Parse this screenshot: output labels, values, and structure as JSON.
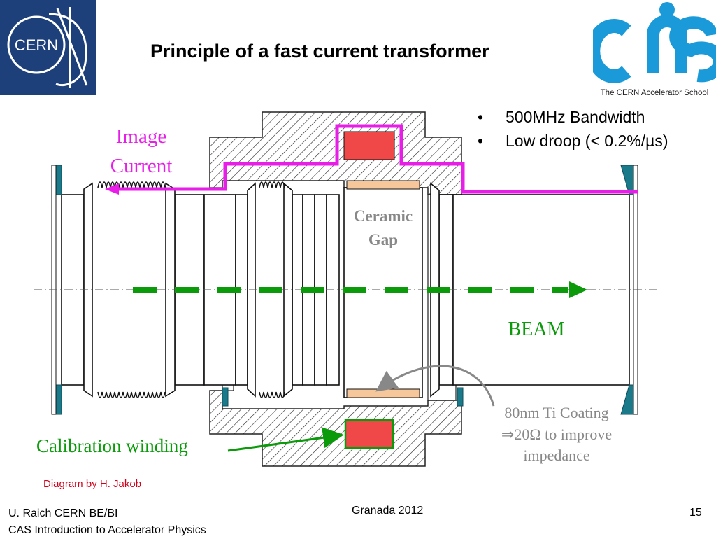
{
  "slide": {
    "title": "Principle of a fast current transformer",
    "bullets": [
      "500MHz Bandwidth",
      "Low droop (< 0.2%/µs)"
    ],
    "credit": "Diagram by H. Jakob"
  },
  "diagram": {
    "image_current_line1": "Image",
    "image_current_line2": "Current",
    "ceramic_line1": "Ceramic",
    "ceramic_line2": "Gap",
    "beam_label": "BEAM",
    "coating_line1": "80nm Ti Coating",
    "coating_line2": "⇒20Ω to improve",
    "coating_line3": "impedance",
    "calibration_label": "Calibration winding"
  },
  "logos": {
    "cern_text": "CERN",
    "cas_caption": "The CERN Accelerator School"
  },
  "footer": {
    "author": "U. Raich  CERN BE/BI",
    "course": "CAS Introduction to Accelerator Physics",
    "venue": "Granada 2012",
    "page": "15"
  },
  "colors": {
    "magenta": "#e81ee8",
    "beam_green": "#0a9a0a",
    "coil_red": "#f04848",
    "ceramic_peach": "#f6c79a",
    "flange_teal": "#1a7a8a",
    "cern_blue": "#1d3f7a",
    "cas_blue": "#1a9ad8"
  }
}
